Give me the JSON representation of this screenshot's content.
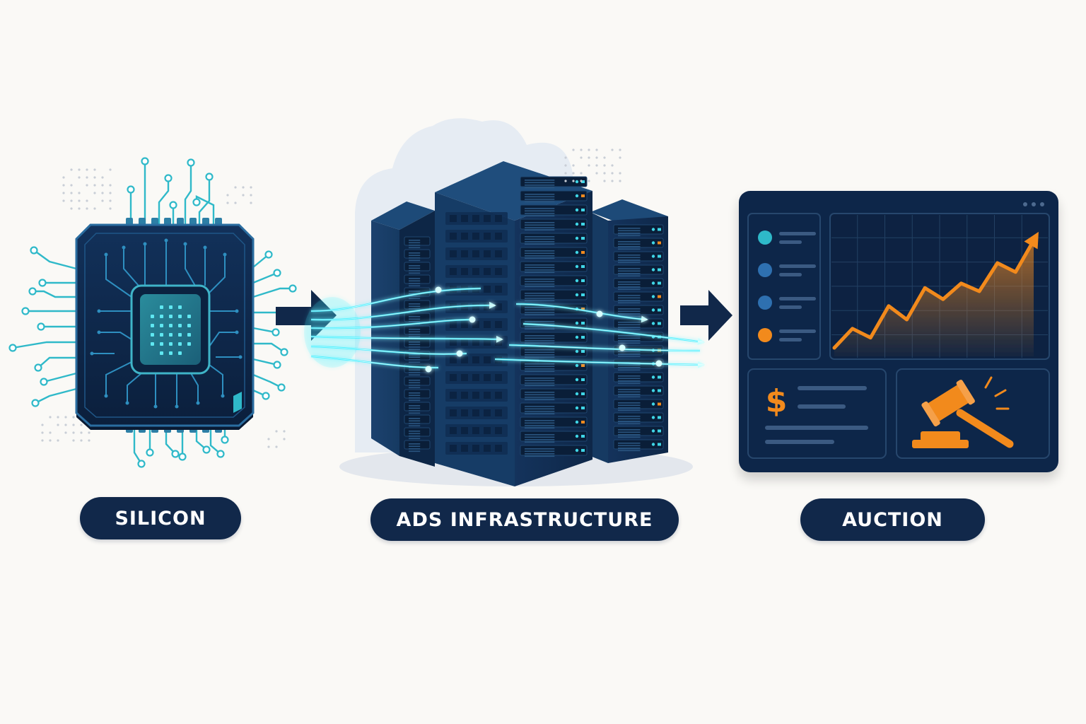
{
  "stages": [
    {
      "id": "silicon",
      "label": "SILICON"
    },
    {
      "id": "infra",
      "label": "ADS INFRASTRUCTURE"
    },
    {
      "id": "auction",
      "label": "AUCTION"
    }
  ],
  "dashboard": {
    "currency_symbol": "$",
    "chart_trend": [
      0.05,
      0.22,
      0.14,
      0.42,
      0.3,
      0.58,
      0.48,
      0.62,
      0.55,
      0.8,
      0.72,
      1.0
    ]
  },
  "colors": {
    "navy": "#11284a",
    "chip_dark": "#0d2240",
    "teal": "#2fb9c9",
    "glow": "#3ff0ff",
    "orange": "#f28a1e",
    "background": "#faf9f6"
  },
  "icons": {
    "chip": "cpu-chip-icon",
    "servers": "server-rack-icon",
    "cloud": "cloud-icon",
    "dollar": "dollar-icon",
    "gavel": "gavel-icon"
  }
}
